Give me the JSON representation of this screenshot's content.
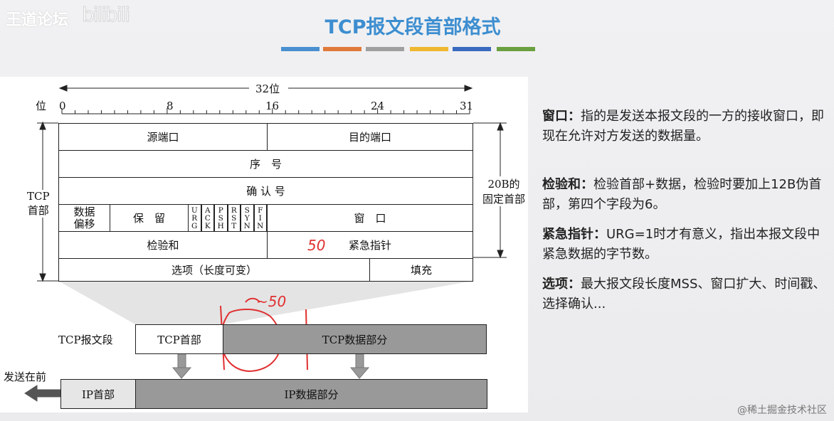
{
  "watermark": {
    "forum": "王道论坛",
    "logo": "bilibili"
  },
  "title": "TCP报文段首部格式",
  "accent_colors": [
    "#4a8fd0",
    "#e07a3a",
    "#a0a0a0",
    "#f0b830",
    "#3a6ac0",
    "#6aa040"
  ],
  "diagram": {
    "width_label": "32位",
    "bit_label": "位",
    "bit_ticks": [
      "0",
      "8",
      "16",
      "24",
      "31"
    ],
    "left_label": "TCP\n首部",
    "right_label": "20B的\n固定首部",
    "fields": {
      "src_port": "源端口",
      "dst_port": "目的端口",
      "seq": "序　号",
      "ack": "确 认 号",
      "offset": "数据\n偏移",
      "reserved": "保　留",
      "flags": [
        "URG",
        "ACK",
        "PSH",
        "RST",
        "SYN",
        "FIN"
      ],
      "window": "窗　口",
      "checksum": "检验和",
      "urgent": "紧急指针",
      "options": "选项（长度可变）",
      "padding": "填充"
    },
    "segment": {
      "label": "TCP报文段",
      "header": "TCP首部",
      "data": "TCP数据部分"
    },
    "ip": {
      "send_first": "发送在前",
      "header": "IP首部",
      "data": "IP数据部分"
    },
    "annotations": [
      "50",
      "~50"
    ]
  },
  "notes": [
    {
      "term": "窗口：",
      "text": "指的是发送本报文段的一方的接收窗口，即现在允许对方发送的数据量。"
    },
    {
      "term": "检验和：",
      "text": "检验首部+数据，检验时要加上12B伪首部，第四个字段为6。"
    },
    {
      "term": "紧急指针：",
      "text": "URG=1时才有意义，指出本报文段中紧急数据的字节数。"
    },
    {
      "term": "选项：",
      "text": "最大报文段长度MSS、窗口扩大、时间戳、选择确认..."
    }
  ],
  "footer": "@稀土掘金技术社区"
}
